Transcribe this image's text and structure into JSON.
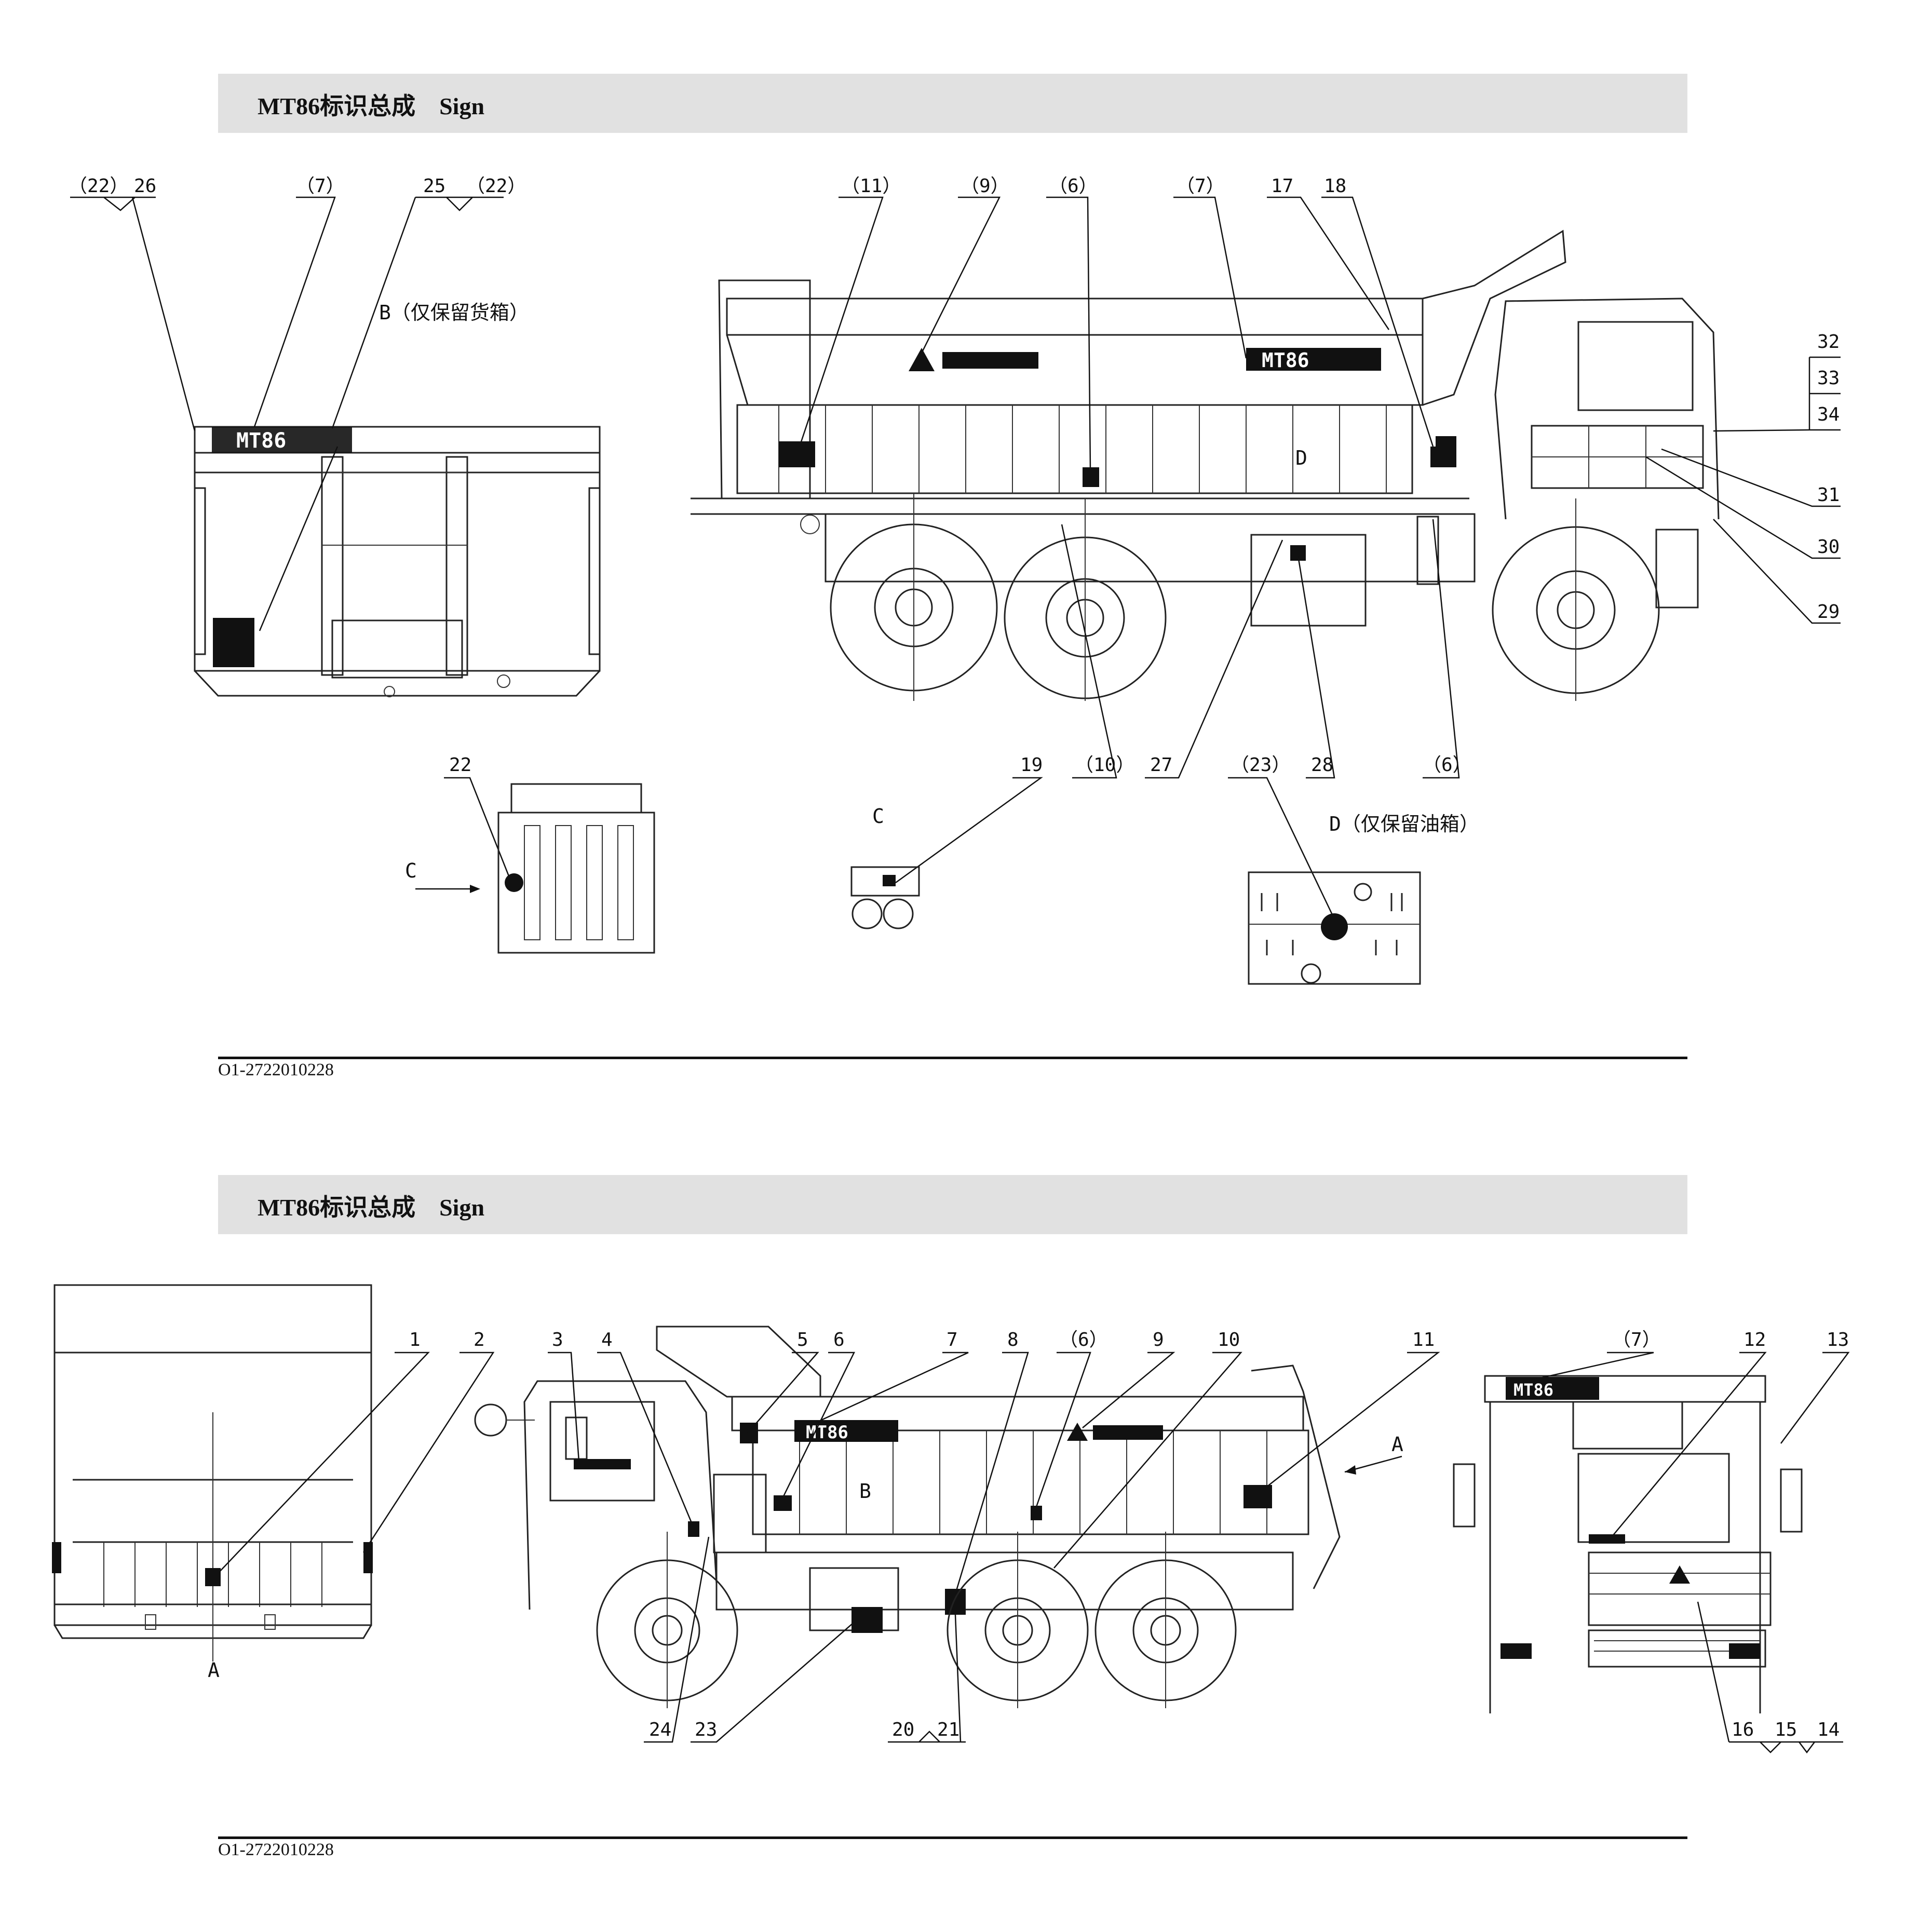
{
  "sheet1": {
    "title": "MT86标识总成　Sign",
    "doc_number": "O1-2722010228",
    "view_labels": {
      "B": "B（仅保留货箱）",
      "C_arrow": "C",
      "C": "C",
      "D_mark": "D",
      "D": "D（仅保留油箱）"
    },
    "callouts": [
      "（22）",
      "26",
      "（7）",
      "25",
      "（22）",
      "（11）",
      "（9）",
      "（6）",
      "（7）",
      "17",
      "18",
      "32",
      "33",
      "34",
      "31",
      "30",
      "29",
      "22",
      "19",
      "（10）",
      "27",
      "（23）",
      "28",
      "（6）"
    ],
    "decal_text": "MT86"
  },
  "sheet2": {
    "title": "MT86标识总成　Sign",
    "doc_number": "O1-2722010228",
    "view_labels": {
      "A_bottom": "A",
      "A_arrow": "A",
      "B": "B"
    },
    "callouts": [
      "1",
      "2",
      "3",
      "4",
      "5",
      "6",
      "7",
      "8",
      "（6）",
      "9",
      "10",
      "11",
      "（7）",
      "12",
      "13",
      "24",
      "23",
      "20",
      "21",
      "16",
      "15",
      "14"
    ],
    "decal_text": "MT86"
  }
}
